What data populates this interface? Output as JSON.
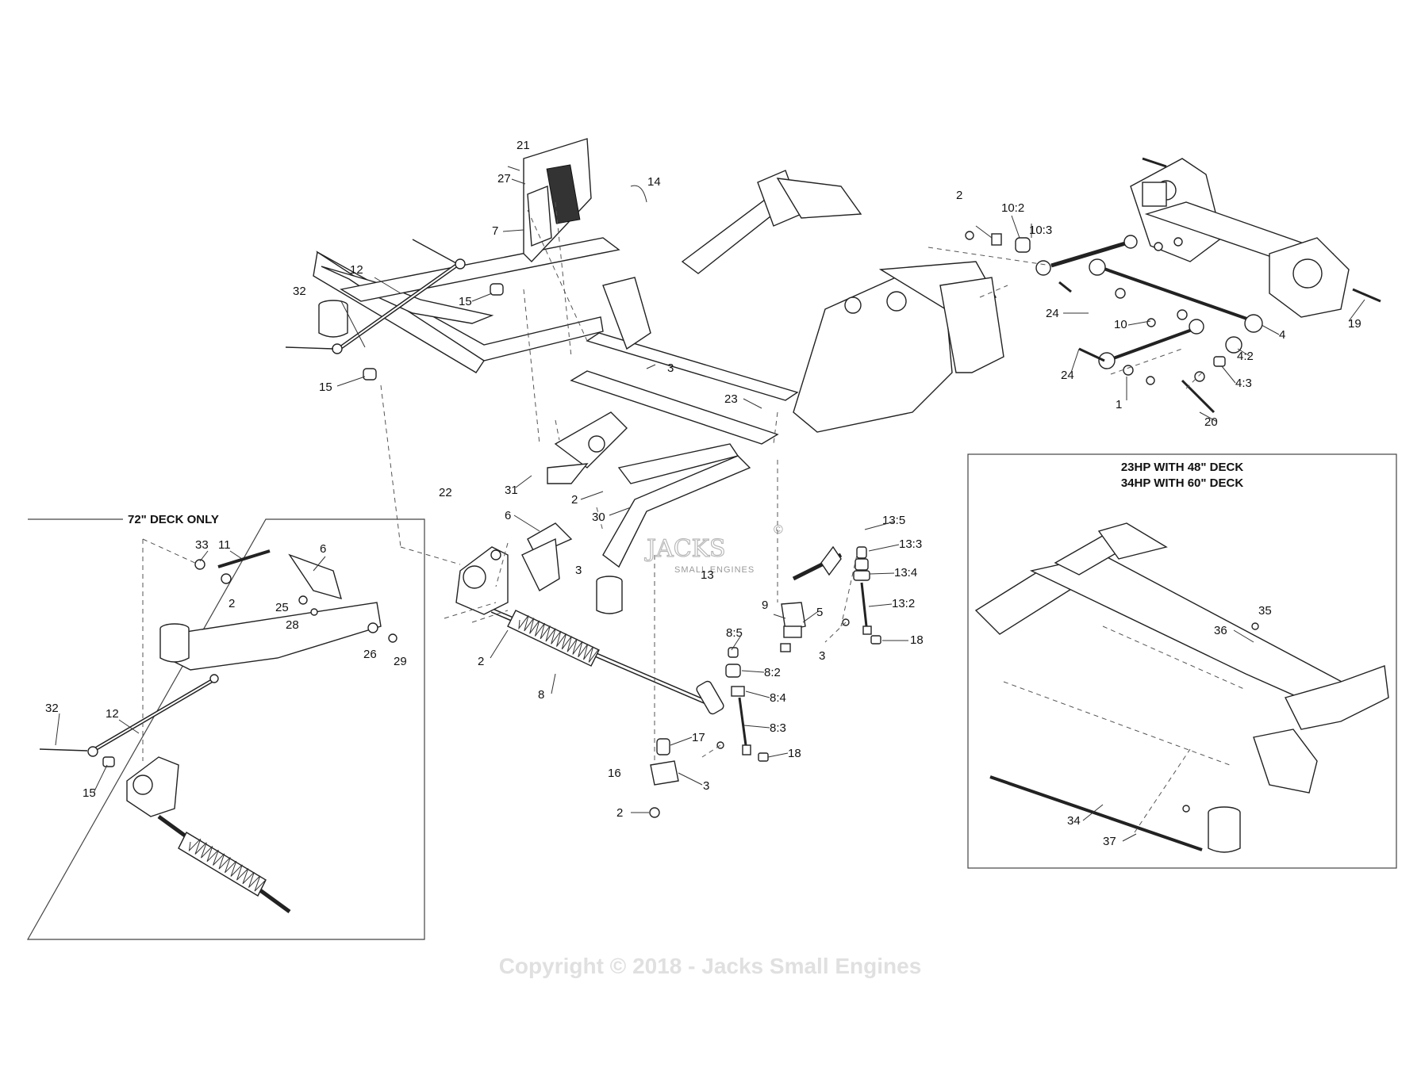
{
  "main_callouts": [
    "21",
    "27",
    "7",
    "14",
    "12",
    "32",
    "15",
    "15",
    "3",
    "23",
    "31",
    "2",
    "30",
    "22",
    "6",
    "3",
    "13",
    "2",
    "8",
    "13:5",
    "13:3",
    "13:4",
    "13:2",
    "9",
    "5",
    "3",
    "18",
    "8:5",
    "8:2",
    "8:4",
    "8:3",
    "17",
    "16",
    "3",
    "18",
    "2",
    "2",
    "10:2",
    "10:3",
    "24",
    "10",
    "24",
    "1",
    "4:3",
    "20",
    "4:2",
    "4",
    "19"
  ],
  "inset_72": {
    "title": "72\" DECK ONLY",
    "callouts": [
      "33",
      "11",
      "6",
      "2",
      "25",
      "28",
      "26",
      "29",
      "32",
      "12",
      "15"
    ]
  },
  "inset_hp": {
    "title_line1": "23HP WITH 48\" DECK",
    "title_line2": "34HP WITH 60\" DECK",
    "callouts": [
      "35",
      "36",
      "34",
      "37"
    ]
  },
  "watermark": {
    "brand": "JACKS",
    "registered": "©",
    "sub": "SMALL ENGINES"
  },
  "copyright": "Copyright © 2018 - Jacks Small Engines"
}
